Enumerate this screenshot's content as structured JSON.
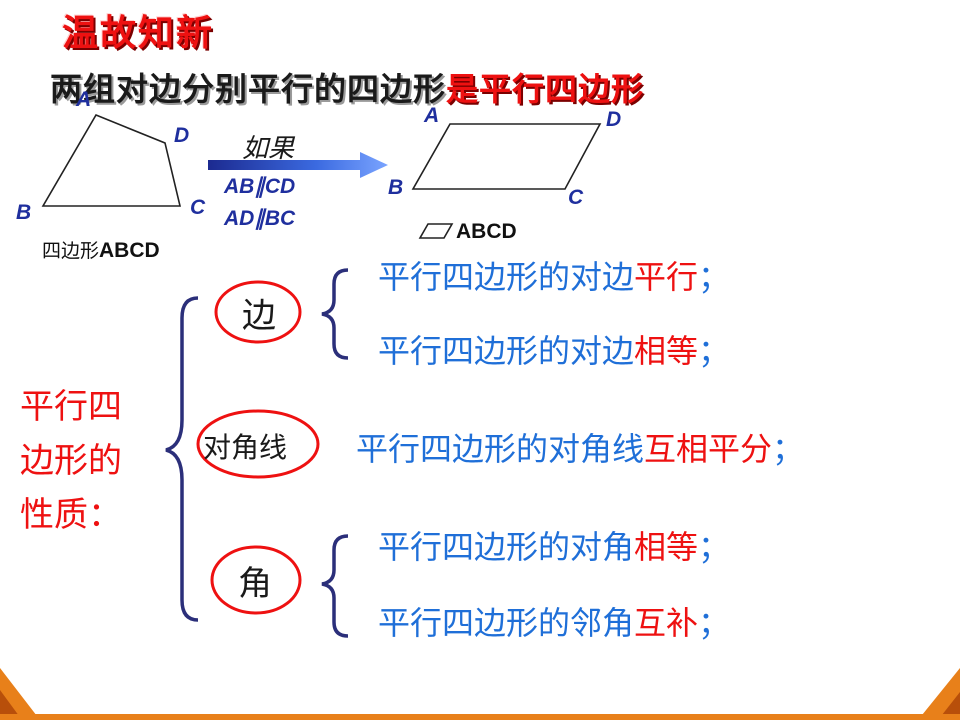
{
  "heading": "温故知新",
  "definition": {
    "part1": "两组对边分别平行的四边形",
    "part2": "是平行四边形"
  },
  "quad": {
    "labels": {
      "a": "A",
      "b": "B",
      "c": "C",
      "d": "D"
    },
    "caption_prefix": "四边形",
    "caption_name": "ABCD"
  },
  "arrow": {
    "label": "如果",
    "cond1": "AB∥CD",
    "cond2": "AD∥BC"
  },
  "parallelogram": {
    "labels": {
      "a": "A",
      "b": "B",
      "c": "C",
      "d": "D"
    },
    "caption": "ABCD"
  },
  "side_title": {
    "line1": "平行四",
    "line2": "边形的",
    "line3": "性质："
  },
  "categories": {
    "sides": "边",
    "diagonals": "对角线",
    "angles": "角"
  },
  "properties": {
    "side1": {
      "prefix": "平行四边形的对边",
      "highlight": "平行",
      "suffix": "；"
    },
    "side2": {
      "prefix": "平行四边形的对边",
      "highlight": "相等",
      "suffix": "；"
    },
    "diag": {
      "prefix": "平行四边形的对角线",
      "highlight": "互相平分",
      "suffix": "；"
    },
    "ang1": {
      "prefix": "平行四边形的对角",
      "highlight": "相等",
      "suffix": "；"
    },
    "ang2": {
      "prefix": "平行四边形的邻角",
      "highlight": "互补",
      "suffix": "；"
    }
  },
  "colors": {
    "accent_red": "#ee1111",
    "text_blue": "#1f6fd8",
    "label_navy": "#1f2f9e",
    "brace_navy": "#2b2f7a",
    "corner_orange": "#e8801a"
  }
}
